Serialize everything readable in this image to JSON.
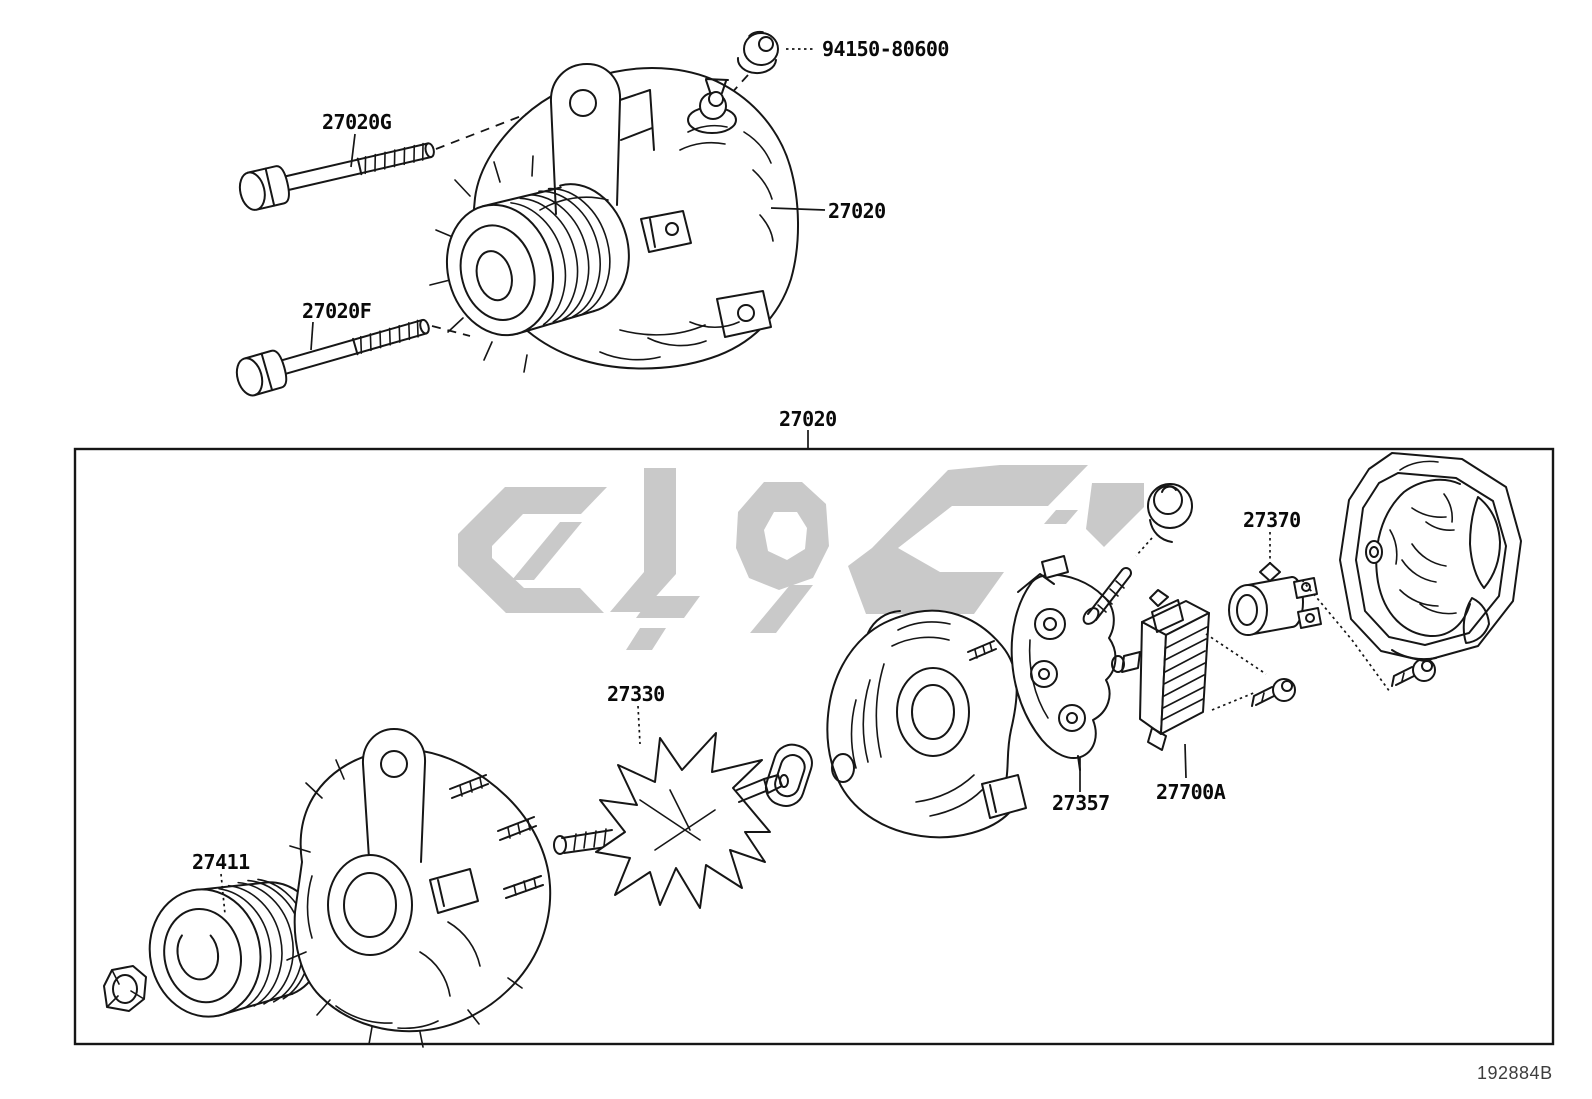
{
  "diagram": {
    "type": "exploded-parts-diagram",
    "subject": "alternator",
    "labels": {
      "terminal_nut": "94150-80600",
      "bolt_g": "27020G",
      "alternator_assembly": "27020",
      "bolt_f": "27020F",
      "alternator_box": "27020",
      "brush_holder": "27370",
      "rotor": "27330",
      "rectifier": "27357",
      "regulator": "27700A",
      "pulley": "27411"
    },
    "drawing_code": "192884B",
    "colors": {
      "line": "#161616",
      "watermark": "#c9c9c9",
      "background": "#ffffff"
    }
  }
}
